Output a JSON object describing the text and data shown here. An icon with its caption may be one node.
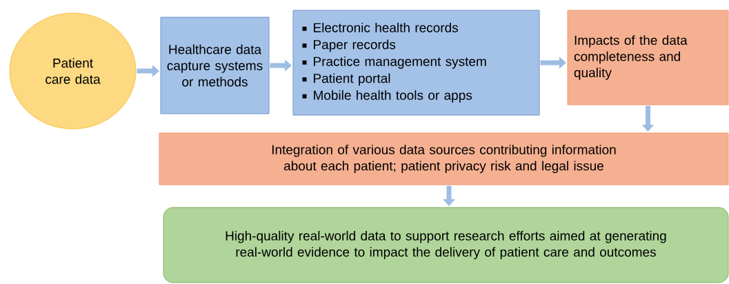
{
  "diagram": {
    "nodes": [
      {
        "text": [
          "Patient care data"
        ]
      },
      {
        "text": [
          "Healthcare data capture systems or methods"
        ]
      },
      {
        "text": [
          "Electronic health records",
          "Paper records",
          "Practice management system",
          "Patient portal",
          "Mobile health tools or apps"
        ]
      },
      {
        "text": [
          "Impacts of the data completeness and quality"
        ]
      },
      {
        "text": [
          "Integration of various data sources contributing information about each patient; patient privacy risk and legal issue"
        ]
      },
      {
        "text": [
          "High-quality real-world data to support research efforts aimed at generating real-world evidence to impact the delivery of patient care and outcomes"
        ]
      }
    ],
    "edges": [
      {
        "from": 0,
        "to": 1,
        "arrow": "to"
      },
      {
        "from": 1,
        "to": 2,
        "arrow": "to"
      },
      {
        "from": 2,
        "to": 3,
        "arrow": "to"
      },
      {
        "from": 3,
        "to": 4,
        "arrow": "to"
      },
      {
        "from": 4,
        "to": 5,
        "arrow": "to"
      }
    ]
  }
}
